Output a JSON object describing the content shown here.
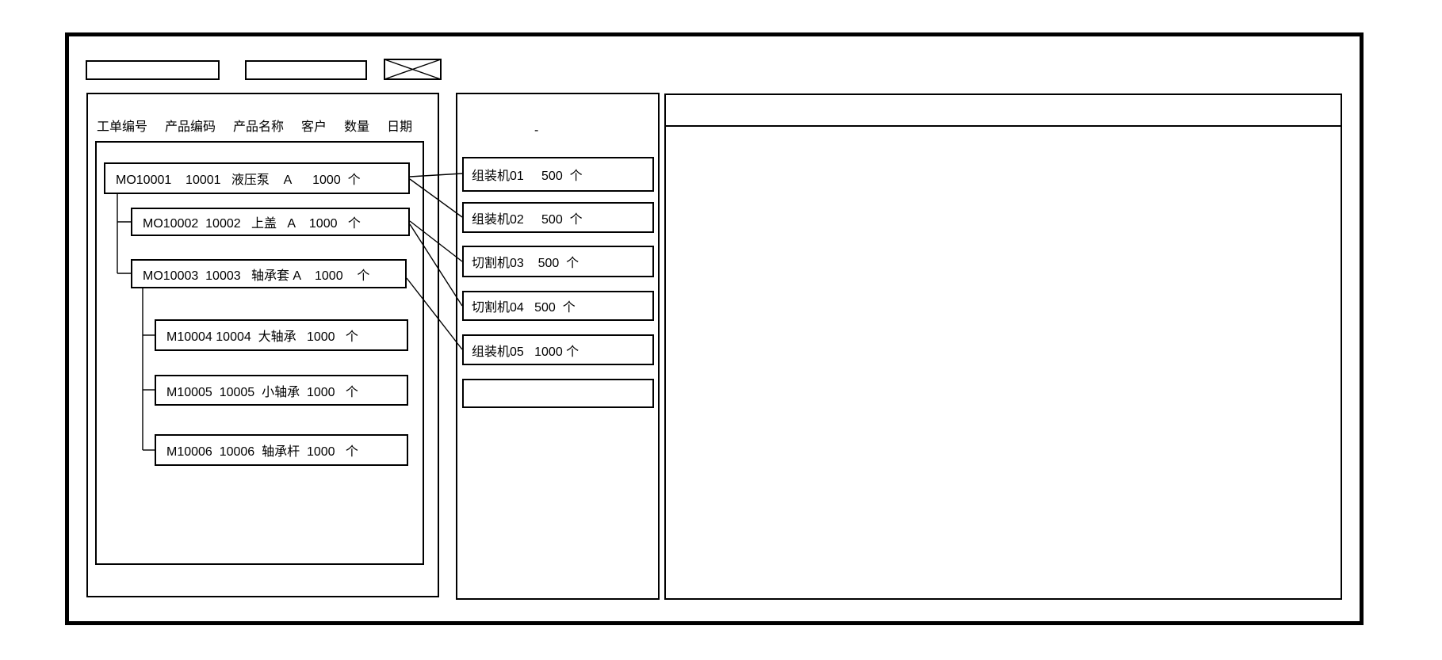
{
  "window": {
    "toolbar": {
      "input1_value": "",
      "input2_value": "",
      "close_icon": "x-crossed-box"
    }
  },
  "work_order_panel": {
    "columns": [
      "工单编号",
      "产品编码",
      "产品名称",
      "客户",
      "数量",
      "日期"
    ],
    "orders": [
      {
        "id": "MO10001",
        "product_code": "10001",
        "product_name": "液压泵",
        "customer": "A",
        "qty": "1000",
        "unit": "个",
        "level": 0,
        "display": "MO10001    10001   液压泵    A      1000  个"
      },
      {
        "id": "MO10002",
        "product_code": "10002",
        "product_name": "上盖",
        "customer": "A",
        "qty": "1000",
        "unit": "个",
        "level": 1,
        "display": "MO10002  10002   上盖   A    1000   个"
      },
      {
        "id": "MO10003",
        "product_code": "10003",
        "product_name": "轴承套",
        "customer": "A",
        "qty": "1000",
        "unit": "个",
        "level": 1,
        "display": "MO10003  10003   轴承套 A    1000    个"
      },
      {
        "id": "M10004",
        "product_code": "10004",
        "product_name": "大轴承",
        "qty": "1000",
        "unit": "个",
        "level": 2,
        "display": "M10004 10004  大轴承   1000   个"
      },
      {
        "id": "M10005",
        "product_code": "10005",
        "product_name": "小轴承",
        "qty": "1000",
        "unit": "个",
        "level": 2,
        "display": "M10005  10005  小轴承  1000   个"
      },
      {
        "id": "M10006",
        "product_code": "10006",
        "product_name": "轴承杆",
        "qty": "1000",
        "unit": "个",
        "level": 2,
        "display": "M10006  10006  轴承杆  1000   个"
      }
    ]
  },
  "machine_panel": {
    "stray_mark": "-",
    "machines": [
      {
        "name": "组装机01",
        "qty": "500",
        "unit": "个",
        "display": "组装机01     500  个"
      },
      {
        "name": "组装机02",
        "qty": "500",
        "unit": "个",
        "display": "组装机02     500  个"
      },
      {
        "name": "切割机03",
        "qty": "500",
        "unit": "个",
        "display": "切割机03    500  个"
      },
      {
        "name": "切割机04",
        "qty": "500",
        "unit": "个",
        "display": "切割机04   500  个"
      },
      {
        "name": "组装机05",
        "qty": "1000",
        "unit": "个",
        "display": "组装机05   1000 个"
      },
      {
        "name": "",
        "qty": "",
        "unit": "",
        "display": ""
      }
    ]
  },
  "links": {
    "order_to_machine": [
      {
        "from": "MO10001",
        "to": "组装机01"
      },
      {
        "from": "MO10001",
        "to": "组装机02"
      },
      {
        "from": "MO10002",
        "to": "切割机03"
      },
      {
        "from": "MO10002",
        "to": "切割机04"
      },
      {
        "from": "MO10003",
        "to": "组装机05"
      }
    ],
    "tree": [
      {
        "parent": "MO10001",
        "children": [
          "MO10002",
          "MO10003"
        ]
      },
      {
        "parent": "MO10003",
        "children": [
          "M10004",
          "M10005",
          "M10006"
        ]
      }
    ]
  },
  "colors": {
    "line": "#000000",
    "background": "#ffffff"
  }
}
